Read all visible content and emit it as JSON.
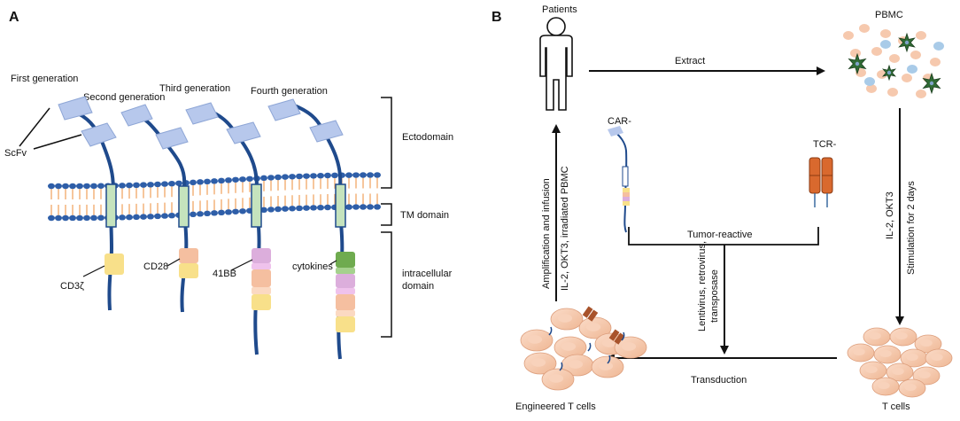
{
  "panel_a": {
    "letter": "A",
    "generations": [
      "First generation",
      "Second generation",
      "Third generation",
      "Fourth generation"
    ],
    "scfv_label": "ScFv",
    "domain_labels": {
      "ectodomain": "Ectodomain",
      "tm": "TM domain",
      "intracellular_line1": "intracellular",
      "intracellular_line2": "domain"
    },
    "signal_labels": [
      "CD3ζ",
      "CD28",
      "41BB",
      "cytokines"
    ]
  },
  "panel_b": {
    "letter": "B",
    "patients": "Patients",
    "pbmc": "PBMC",
    "extract": "Extract",
    "car": "CAR-",
    "tcr": "TCR-",
    "tumor_reactive": "Tumor-reactive",
    "left_arrow_line1": "Amplification and infusion",
    "left_arrow_line2": "IL-2, OKT3, irradiated PBMC",
    "right_arrow_line1": "IL-2, OKT3",
    "right_arrow_line2": "Stimulation for 2 days",
    "vector_line1": "Lentivirus, retrovirus,",
    "vector_line2": "transposase",
    "transduction": "Transduction",
    "t_cells": "T cells",
    "engineered": "Engineered T cells"
  },
  "colors": {
    "tail": "#1f4a8c",
    "scfv": "#b7c8ec",
    "tm": "#c5e3bd",
    "cd3z": "#f8e08a",
    "cd28": "#f5bfa0",
    "bb41": "#dcaedc",
    "cyto_green": "#6fab4f",
    "membrane_head": "#2e5ea8",
    "membrane_tail": "#f0a05a",
    "cell": "#f6c9ae",
    "star": "#2f6b34",
    "blue_cell": "#a9cbe8",
    "tcr": "#d9692e"
  }
}
